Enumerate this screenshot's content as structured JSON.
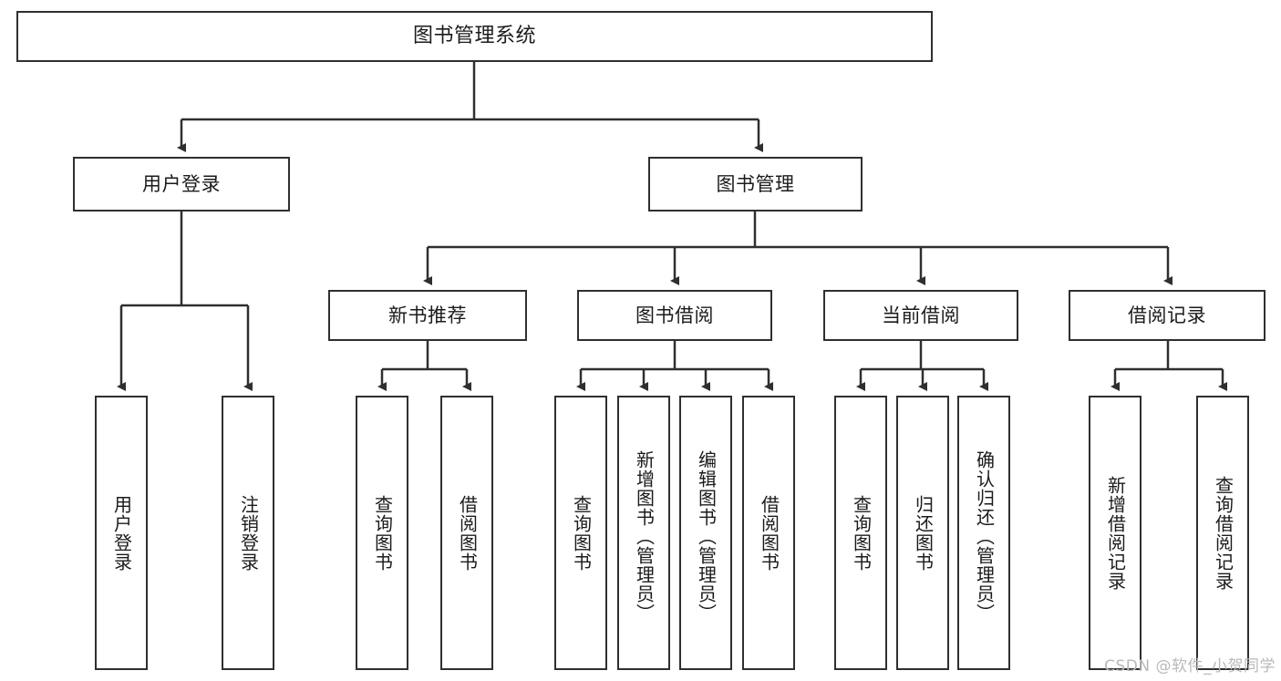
{
  "diagram": {
    "title": "图书管理系统",
    "type": "tree-hierarchy-chart",
    "root": {
      "label": "图书管理系统"
    },
    "level1": [
      {
        "label": "用户登录"
      },
      {
        "label": "图书管理"
      }
    ],
    "level2": [
      {
        "label": "新书推荐"
      },
      {
        "label": "图书借阅"
      },
      {
        "label": "当前借阅"
      },
      {
        "label": "借阅记录"
      }
    ],
    "leaves": {
      "user_login": [
        {
          "label": "用户登录"
        },
        {
          "label": "注销登录"
        }
      ],
      "new_book_recommend": [
        {
          "label": "查询图书"
        },
        {
          "label": "借阅图书"
        }
      ],
      "book_borrow": [
        {
          "label": "查询图书"
        },
        {
          "label": "新增图书（管理员）"
        },
        {
          "label": "编辑图书（管理员）"
        },
        {
          "label": "借阅图书"
        }
      ],
      "current_borrow": [
        {
          "label": "查询图书"
        },
        {
          "label": "归还图书"
        },
        {
          "label": "确认归还（管理员）"
        }
      ],
      "borrow_record": [
        {
          "label": "新增借阅记录"
        },
        {
          "label": "查询借阅记录"
        }
      ]
    }
  },
  "watermark": {
    "text": "CSDN @软件_小贺同学"
  },
  "colors": {
    "stroke": "#2f2f2f",
    "background": "#ffffff",
    "text": "#1b1b1b",
    "watermark": "#b9b9b9"
  }
}
